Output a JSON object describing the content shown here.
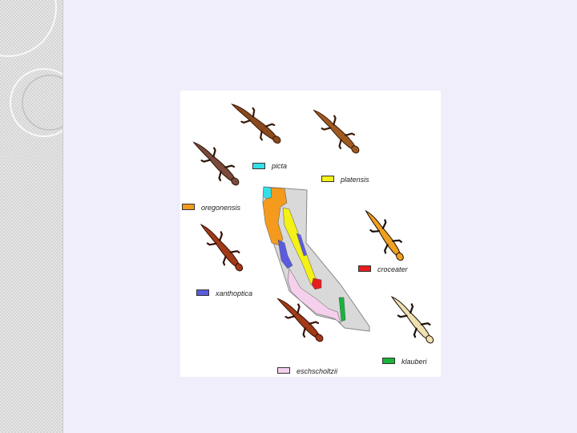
{
  "subspecies": [
    {
      "key": "picta",
      "label": "picta",
      "color": "#33e0e8"
    },
    {
      "key": "platensis",
      "label": "platensis",
      "color": "#f4f214"
    },
    {
      "key": "oregonensis",
      "label": "oregonensis",
      "color": "#f49a1c"
    },
    {
      "key": "croceater",
      "label": "croceater",
      "color": "#e81c1c"
    },
    {
      "key": "xanthoptica",
      "label": "xanthoptica",
      "color": "#5b5be0"
    },
    {
      "key": "eschscholtzii",
      "label": "eschscholtzii",
      "color": "#f5d0ec"
    },
    {
      "key": "klauberi",
      "label": "klauberi",
      "color": "#18b43a"
    }
  ],
  "colors": {
    "slide_background": "#f1eefc",
    "side_strip": "#d6d6d6",
    "california_fill": "#d9d9d9"
  },
  "icons": [
    "salamander-icon",
    "california-map",
    "decorative-circles"
  ]
}
